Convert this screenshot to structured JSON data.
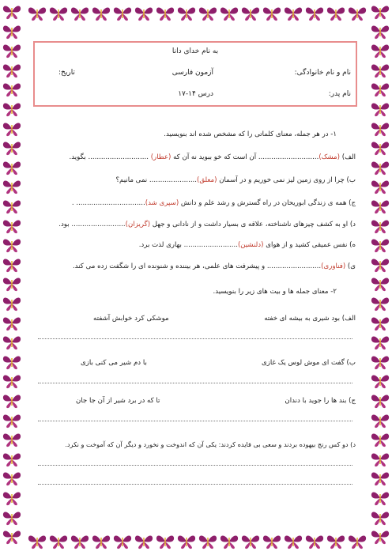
{
  "header": {
    "invocation": "به نام خدای دانا",
    "name_label": "نام و نام خانوادگی:",
    "subject": "آزمون فارسی",
    "date_label": "تاریخ:",
    "father_label": "نام پدر:",
    "lesson": "درس ۱۴-۱۷"
  },
  "q1": {
    "title": "۱- در هر جمله، معنای کلماتی را که مشخص شده اند بنویسید.",
    "a": {
      "p1": "الف) ",
      "r1": "(مشک)",
      "p2": "............................ آن است که خو ببوید نه آن که ",
      "r2": "(عطار)",
      "p3": " ............................ بگوید."
    },
    "b": {
      "p1": "ب) چرا از روی زمین لیز نمی خوریم و در آسمان ",
      "r1": "(معلق)",
      "p2": "...................... نمی مانیم؟"
    },
    "c": {
      "p1": "ج) همه ی زندگی ابوریحان در راه گسترش و رشد علم و دانش ",
      "r1": "(سپری شد)",
      "p2": "................................ ."
    },
    "d": {
      "p1": "د) او به کشف چیزهای ناشناخته، علاقه ی بسیار داشت و از نادانی و جهل ",
      "r1": "(گریزان)",
      "p2": "......................... بود."
    },
    "e": {
      "p1": "ه) نفس عمیقی کشید و از هوای ",
      "r1": "(دلنشین)",
      "p2": "......................... بهاری لذت برد."
    },
    "f": {
      "p1": "ی) ",
      "r1": "(فناوری)",
      "p2": "......................... و پیشرفت های علمی، هر بیننده و شنونده ای را شگفت زده می کند."
    }
  },
  "q2": {
    "title": "۲- معنای جمله ها و بیت های زیر را بنویسید.",
    "v1_right": "الف) بود شیری به بیشه ای خفته",
    "v1_left": "موشکی کرد خوابش آشفته",
    "v2_right": "ب) گفت ای موش لوس یک غازی",
    "v2_left": "با دم شیر می کنی بازی",
    "v3_right": "ج) بند ها را جوید با دندان",
    "v3_left": "تا که در برد شیر از آن جا جان",
    "d": "د) دو کس رنج بیهوده بردند و سعی بی فایده کردند: یکی آن که اندوخت و نخورد و دیگر آن که آموخت و نکرد."
  },
  "colors": {
    "accent": "#c0392b",
    "frame": "#e88d8d",
    "butterfly": "#8e1f6b"
  },
  "icons": {
    "border": "butterfly-icon"
  }
}
